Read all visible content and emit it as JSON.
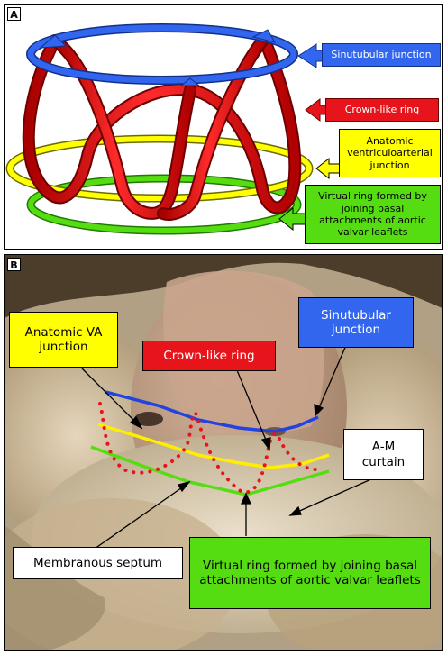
{
  "panelA": {
    "letter": "A",
    "labels": {
      "sinutubular": "Sinutubular junction",
      "crown": "Crown-like ring",
      "anatomic_va": "Anatomic ventriculoarterial junction",
      "virtual_ring": "Virtual ring formed by joining basal attachments of aortic valvar leaflets"
    }
  },
  "panelB": {
    "letter": "B",
    "labels": {
      "anatomic_va": "Anatomic VA junction",
      "sinutubular": "Sinutubular junction",
      "crown": "Crown-like ring",
      "am_curtain": "A-M curtain",
      "membranous": "Membranous septum",
      "virtual_ring": "Virtual ring formed by joining basal attachments of aortic valvar leaflets"
    }
  },
  "colors": {
    "blue": "#3366ee",
    "red": "#e8141b",
    "yellow": "#ffff00",
    "green": "#55dd11",
    "tissue": "#c9b79a"
  }
}
